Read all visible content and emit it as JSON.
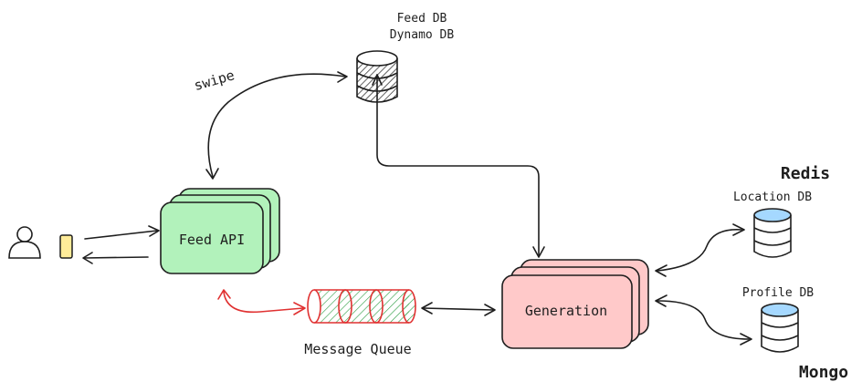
{
  "nodes": {
    "feed_api": {
      "label": "Feed API",
      "fill": "#b2f2bb"
    },
    "generation": {
      "label": "Generation",
      "fill": "#ffc9c9"
    },
    "feed_db": {
      "line1": "Feed DB",
      "line2": "Dynamo DB"
    },
    "message_queue": {
      "label": "Message Queue",
      "fill": "#b2f2bb"
    },
    "location_db": {
      "label": "Location DB",
      "store": "Redis",
      "fill": "#a5d8ff"
    },
    "profile_db": {
      "label": "Profile DB",
      "store": "Mongo",
      "fill": "#a5d8ff"
    },
    "phone": {
      "fill": "#ffec99"
    }
  },
  "edges": {
    "swipe_label": "swipe"
  },
  "colors": {
    "stroke": "#1e1e1e",
    "accent_red": "#e03131"
  }
}
